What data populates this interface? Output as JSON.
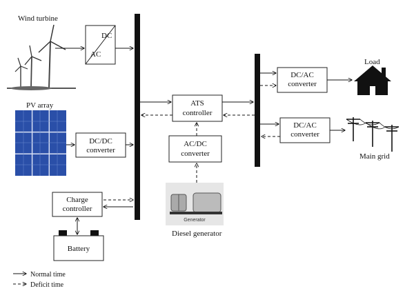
{
  "labels": {
    "wind_turbine": "Wind turbine",
    "pv_array": "PV array",
    "load": "Load",
    "main_grid": "Main grid",
    "diesel_generator": "Diesel generator",
    "generator_tag": "Generator"
  },
  "boxes": {
    "dcac_top": "DC",
    "dcac_bottom": "AC",
    "pv_converter_line1": "DC/DC",
    "pv_converter_line2": "converter",
    "charge_line1": "Charge",
    "charge_line2": "controller",
    "battery": "Battery",
    "ats_line1": "ATS",
    "ats_line2": "controller",
    "acdc_line1": "AC/DC",
    "acdc_line2": "converter",
    "load_conv_line1": "DC/AC",
    "load_conv_line2": "converter",
    "grid_conv_line1": "DC/AC",
    "grid_conv_line2": "converter"
  },
  "legend": {
    "normal": "Normal time",
    "deficit": "Deficit time"
  }
}
